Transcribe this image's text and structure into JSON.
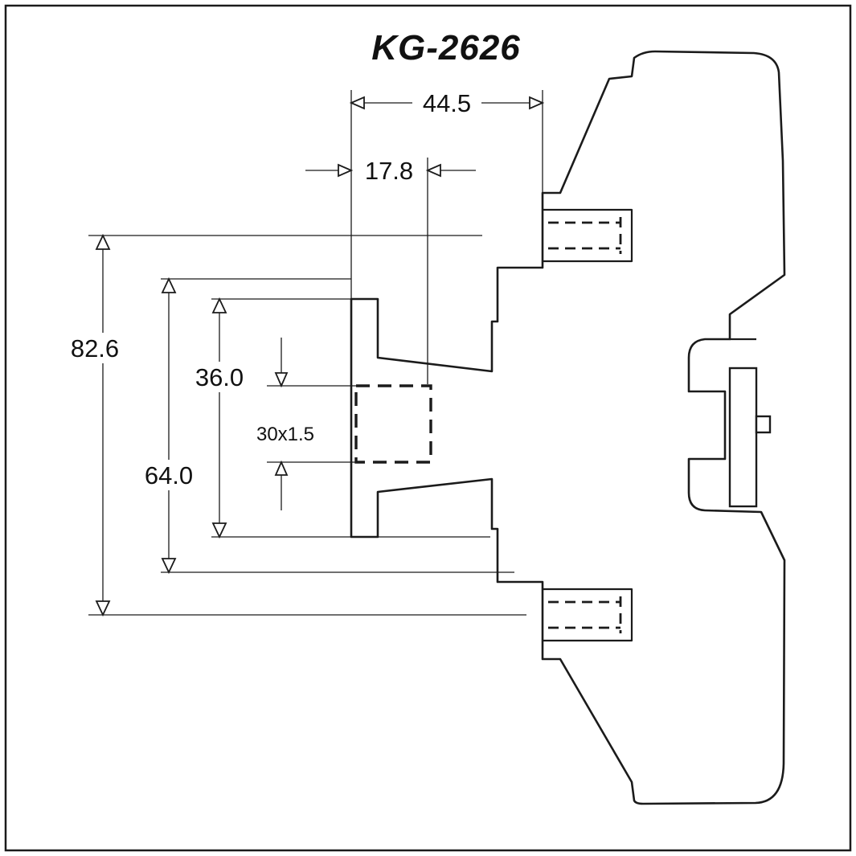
{
  "title": "KG-2626",
  "dimensions": {
    "depth_total": {
      "label": "44.5"
    },
    "depth_flange": {
      "label": "17.8"
    },
    "height_overall": {
      "label": "82.6"
    },
    "height_middle": {
      "label": "64.0"
    },
    "height_flange": {
      "label": "36.0"
    },
    "thread_spec": {
      "label": "30x1.5"
    }
  },
  "colors": {
    "line": "#1b1b1b",
    "background": "#ffffff"
  }
}
